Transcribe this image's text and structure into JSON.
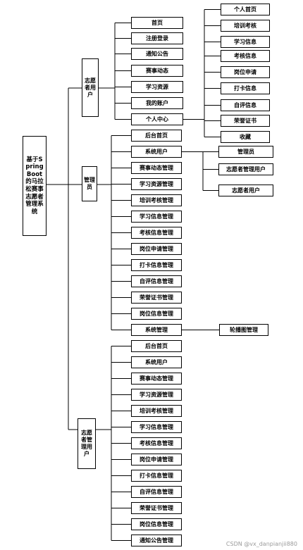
{
  "root": {
    "label": "基于Spring Boot的马拉松赛事志愿者管理系统"
  },
  "volunteer": {
    "label": "志愿者用户",
    "items": [
      "首页",
      "注册登录",
      "通知公告",
      "赛事动态",
      "学习资源",
      "我的账户",
      "个人中心"
    ]
  },
  "personal_center": {
    "items": [
      "个人首页",
      "培训考核",
      "学习信息",
      "考核信息",
      "岗位申请",
      "打卡信息",
      "自评信息",
      "荣誉证书",
      "收藏"
    ]
  },
  "admin": {
    "label": "管理员",
    "items": [
      "后台首页",
      "系统用户",
      "赛事动态管理",
      "学习资源管理",
      "培训考核管理",
      "学习信息管理",
      "考核信息管理",
      "岗位申请管理",
      "打卡信息管理",
      "自评信息管理",
      "荣誉证书管理",
      "岗位信息管理",
      "系统管理"
    ]
  },
  "system_users": {
    "items": [
      "管理员",
      "志愿者管理用户",
      "志愿者用户"
    ]
  },
  "system_manage": {
    "items": [
      "轮播图管理"
    ]
  },
  "vol_manager": {
    "label": "志愿者管理用户",
    "items": [
      "后台首页",
      "系统用户",
      "赛事动态管理",
      "学习资源管理",
      "培训考核管理",
      "学习信息管理",
      "考核信息管理",
      "岗位申请管理",
      "打卡信息管理",
      "自评信息管理",
      "荣誉证书管理",
      "岗位信息管理",
      "通知公告管理"
    ]
  },
  "footer": {
    "watermark": "CSDN @vx_danpianjii880"
  }
}
